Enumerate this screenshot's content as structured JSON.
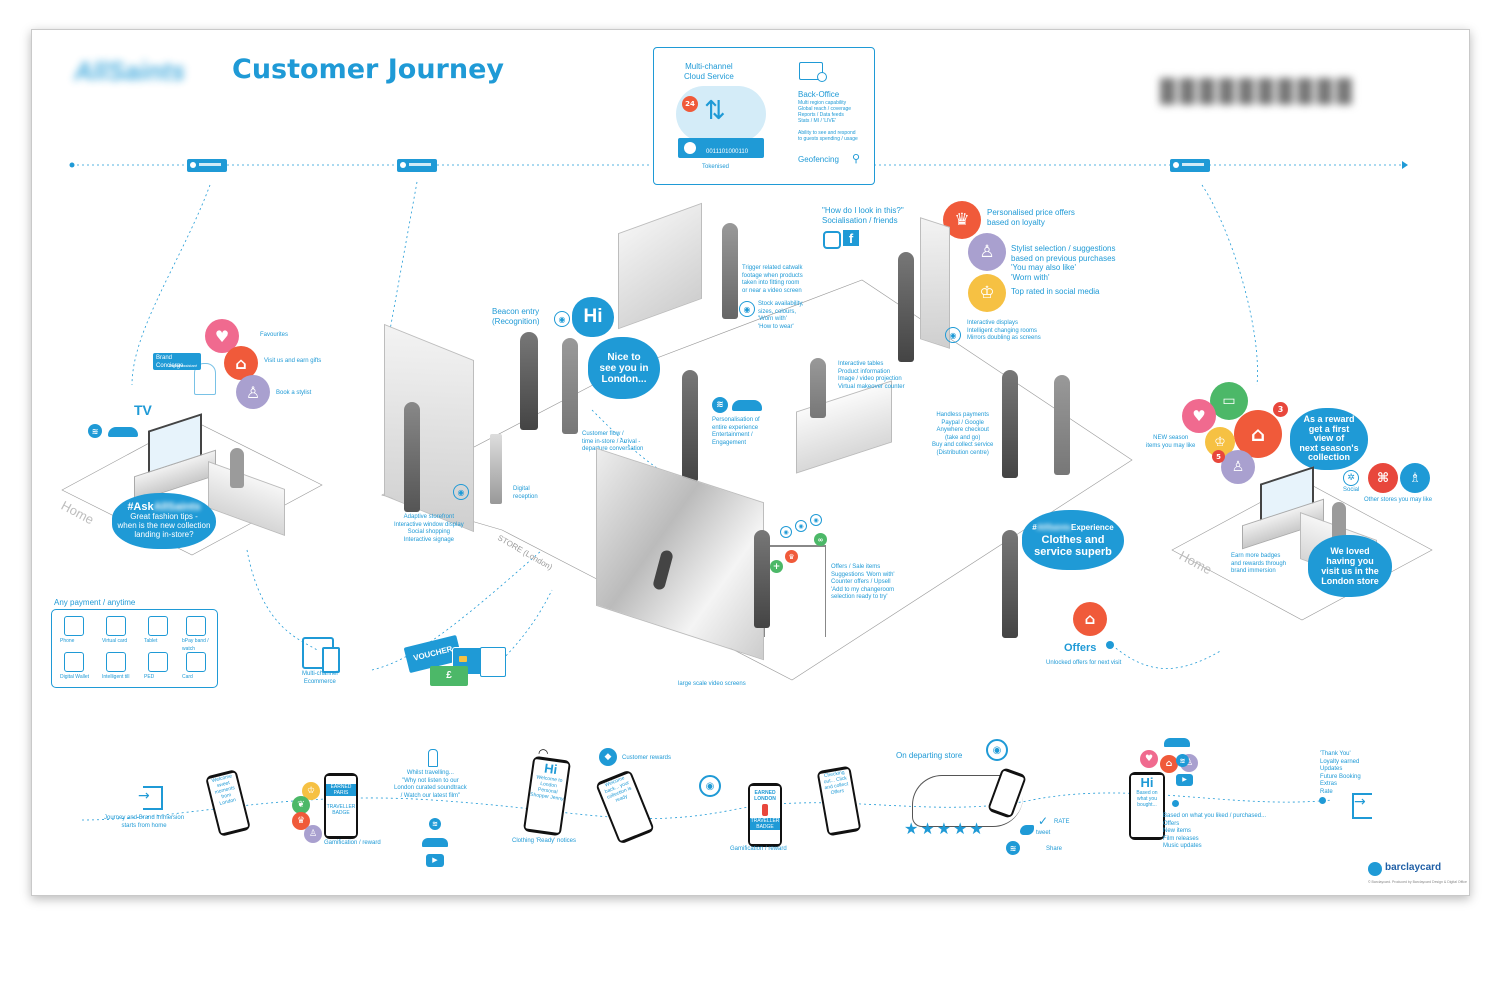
{
  "title": "Customer Journey",
  "brand_blurred": "AllSaints",
  "top_right_blurred": "██████████",
  "cloud": {
    "title": "Multi-channel\nCloud Service",
    "badge": "24",
    "binary": "0011101000110",
    "tokenised": "Tokenised",
    "backoffice_title": "Back-Office",
    "backoffice_text": "Multi region capability\nGlobal reach / coverage\nReports / Data feeds\nStats / MI / 'LIVE'\n\nAbility to see and respond\nto guests spending / usage",
    "geofencing": "Geofencing"
  },
  "home_left": {
    "concierge": "Brand Concierge",
    "concierge_sub": "Digital assistant",
    "favourites": "Favourites",
    "visit_gifts": "Visit us and earn gifts",
    "book_stylist": "Book a stylist",
    "apple_tv": "TV",
    "home_label": "Home",
    "bubble_tag": "#Ask",
    "bubble_tag_blur": "AllSaints",
    "bubble_text": "Great fashion tips -\nwhen is the new collection\nlanding in-store?"
  },
  "payment": {
    "title": "Any payment / anytime",
    "items": [
      "Phone",
      "Virtual card",
      "Tablet",
      "bPay band / watch",
      "Digital Wallet",
      "Intelligent till",
      "PED",
      "Card"
    ],
    "ecommerce": "Multi-channel\nEcommerce",
    "voucher": "VOUCHER",
    "currency": "£"
  },
  "store": {
    "store_label": "STORE (London)",
    "storefront": "Adaptive storefront\nInteractive window display\nSocial shopping\nInteractive signage",
    "beacon": "Beacon entry\n(Recognition)",
    "hi": "Hi",
    "nice": "Nice to\nsee you in\nLondon...",
    "reception": "Digital\nreception",
    "customer_flow": "Customer flow /\ntime in-store / Arrival -\ndeparture conversation",
    "catwalk": "Trigger related catwalk\nfootage when products\ntaken into fitting room\nor near a video screen",
    "stock": "Stock availability,\nsizes, colours,\n'Worn with'\n'How to wear'",
    "personalisation": "Personalisation of\nentire experience\nEntertainment /\nEngagement",
    "tables": "Interactive tables\nProduct information\nImage / video projection\nVirtual makeover counter",
    "social_q": "\"How do I look in this?\"",
    "social": "Socialisation / friends",
    "offer1": "Personalised price offers\nbased on loyalty",
    "offer2": "Stylist selection / suggestions\nbased on previous purchases\n'You may also like'\n'Worn with'",
    "offer3": "Top rated in social media",
    "displays": "Interactive displays\nIntelligent changing rooms\nMirrors doubling as screens",
    "handless": "Handless payments\nPaypal / Google\nAnywhere checkout\n(take and go)\nBuy and collect service\n(Distribution centre)",
    "offers_sale": "Offers / Sale items\nSuggestions 'Worn with'\nCounter offers / Upsell\n'Add to my changeroom\nselection ready to try'",
    "video_screens": "large scale video screens",
    "experience_tag": "#",
    "experience_blur": "AllSaints",
    "experience_word": "Experience",
    "experience_text": "Clothes and\nservice superb",
    "offers_label": "Offers",
    "unlocked": "Unlocked offers for next visit"
  },
  "home_right": {
    "new_season": "NEW season\nitems you may like",
    "reward_bubble": "As a reward\nget a first\nview of\nnext season's\ncollection",
    "badge3": "3",
    "badge5": "5",
    "social": "Social",
    "other_stores": "Other stores you may like",
    "earn_badges": "Earn more badges\nand rewards through\nbrand immersion",
    "loved_bubble": "We loved\nhaving you\nvisit us in the\nLondon store",
    "home_label": "Home"
  },
  "timeline": {
    "start": "Journey and Brand immersion\nstarts from home",
    "gamification1": "Gamification / reward",
    "whilst": "Whilst travelling...\n\"Why not listen to our\nLondon curated soundtrack\n/ Watch our latest film\"",
    "ready": "Clothing 'Ready' notices",
    "rewards": "Customer rewards",
    "gamification2": "Gamification / reward",
    "departing": "On departing store",
    "stars": "★★★★★",
    "rate": "RATE",
    "tweet": "tweet",
    "share": "Share",
    "based_on": "Based on what you liked / purchased...\nOffers\nNew items\nFilm releases\nMusic updates",
    "thanks": "'Thank You'\nLoyalty earned\nUpdates\nFuture Booking\nExtras\nRate",
    "phone_hi": "Hi",
    "phone1": "Welcome\nsweet\nmoments\nfrom\nLondon",
    "phone2_badge": "EARNED\nPARIS",
    "phone2_badge2": "TRAVELLER\nBADGE",
    "phone3_hi": "Hi",
    "phone3": "Welcome\nto London\nPersonal\nShopper\nJenny",
    "phone4": "Welcome\nback...\nyour\ncollection\nis ready",
    "phone5_badge": "EARNED\nLONDON",
    "phone5_badge2": "TRAVELLER\nBADGE",
    "phone6": "Checking\nout...\nClick and\ncollect\nOffers",
    "phone7_hi": "Hi",
    "phone7": "Based on\nwhat you\nbought..."
  },
  "footer": {
    "brand": "barclaycard",
    "credit": "© Barclaycard. Produced by Barclaycard Design & Digital Office"
  },
  "colors": {
    "accent": "#1f9ad6",
    "pink": "#f06a8f",
    "orange_red": "#f05a3a",
    "lavender": "#a9a0cf",
    "yellow": "#f6c143",
    "green": "#4cb868",
    "red": "#e8473c"
  }
}
